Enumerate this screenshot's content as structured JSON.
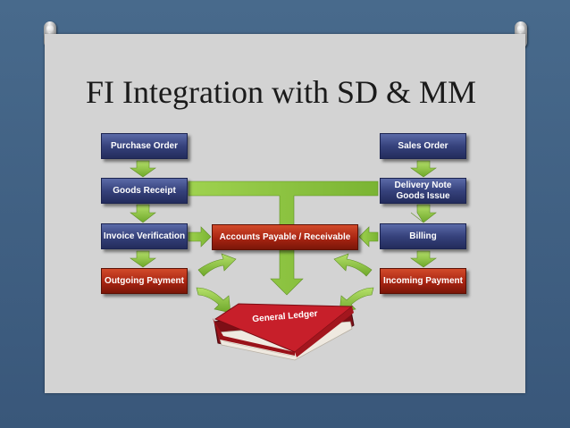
{
  "slide": {
    "title": "FI Integration with SD & MM"
  },
  "diagram": {
    "mm_column": [
      {
        "id": "purchase_order",
        "label": "Purchase Order"
      },
      {
        "id": "goods_receipt",
        "label": "Goods Receipt"
      },
      {
        "id": "invoice_verification",
        "label": "Invoice Verification"
      },
      {
        "id": "outgoing_payment",
        "label": "Outgoing Payment"
      }
    ],
    "sd_column": [
      {
        "id": "sales_order",
        "label": "Sales Order"
      },
      {
        "id": "delivery_note",
        "label": "Delivery Note",
        "label2": "Goods Issue"
      },
      {
        "id": "billing",
        "label": "Billing"
      },
      {
        "id": "incoming_payment",
        "label": "Incoming Payment"
      }
    ],
    "center": {
      "accounts": "Accounts Payable / Receivable",
      "ledger": "General Ledger"
    },
    "colors": {
      "blue_box": "#36427c",
      "red_box": "#a82412",
      "arrow_green": "#8cc63f",
      "book_red": "#c0202a"
    }
  }
}
